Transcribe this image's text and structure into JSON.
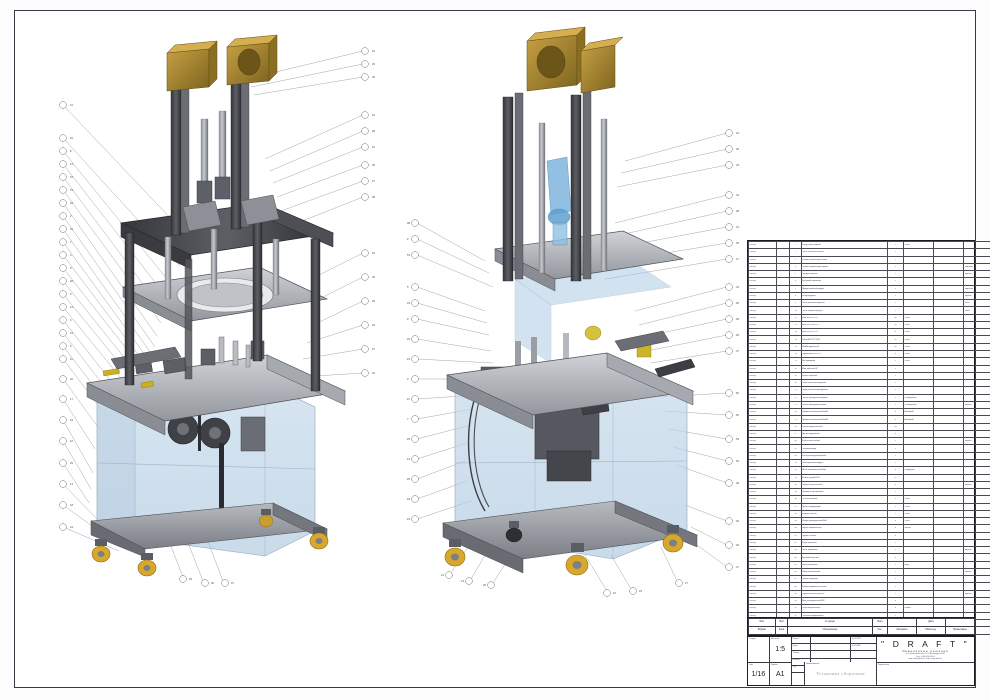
{
  "sheet": {
    "format": "A1",
    "sheet_number": "1/16",
    "scale": "1:5",
    "border_style": "single-line"
  },
  "views": [
    {
      "id": "view-left",
      "name": "assembly-isometric-front-left",
      "description": "Isometric 3D assembly view of press / test rig with two vertical actuator columns, upper yellow motor housings, mid tooling plate, lower cabinet with transparent blue panels and four swivel castors"
    },
    {
      "id": "view-right",
      "name": "assembly-isometric-rear-right",
      "description": "Second isometric 3D assembly view of the same rig from opposite side showing internal mechanism, tall twin-column tower, yellow motor housing on top, transparent blue enclosure and castors"
    }
  ],
  "callouts": {
    "left_view_balloons": [
      "1",
      "2",
      "3",
      "4",
      "5",
      "6",
      "7",
      "8",
      "9",
      "10",
      "11",
      "12",
      "13",
      "14",
      "15",
      "16",
      "17",
      "18",
      "19",
      "20",
      "21",
      "22",
      "23",
      "24",
      "25",
      "26",
      "27",
      "28"
    ],
    "right_view_balloons": [
      "29",
      "30",
      "31",
      "32",
      "33",
      "34",
      "35",
      "36",
      "37",
      "38",
      "39",
      "40",
      "41",
      "42",
      "43",
      "44",
      "45",
      "46",
      "47",
      "48",
      "49",
      "50",
      "51",
      "52",
      "53",
      "54"
    ]
  },
  "bom": {
    "title": "specification-table",
    "columns": [
      {
        "key": "format",
        "label": "Формат"
      },
      {
        "key": "zone",
        "label": "Зона"
      },
      {
        "key": "pos",
        "label": "Поз."
      },
      {
        "key": "designation",
        "label": "Обозначение"
      },
      {
        "key": "qty",
        "label": "Кол."
      },
      {
        "key": "material",
        "label": "Материал"
      },
      {
        "key": "mass",
        "label": "Масса ед."
      },
      {
        "key": "note",
        "label": "Примечание"
      }
    ],
    "header_top_labels": [
      "Изм.",
      "Лист",
      "№ докум.",
      "Подп.",
      "Дата"
    ],
    "rows": [
      {
        "format": "0.00 kg",
        "pos": "1",
        "designation": "Корпус рамы сварной",
        "qty": "1",
        "material": "Сталь",
        "mass": "",
        "note": ""
      },
      {
        "format": "0.00 kg",
        "pos": "2",
        "designation": "Плита основания нижняя",
        "qty": "1",
        "material": "",
        "mass": "",
        "note": ""
      },
      {
        "format": "0.00 kg",
        "pos": "3",
        "designation": "Стойка направляющая левая",
        "qty": "1",
        "material": "",
        "mass": "",
        "note": ""
      },
      {
        "format": "0.00 kg",
        "pos": "4",
        "designation": "Стойка направляющая правая",
        "qty": "1",
        "material": "",
        "mass": "",
        "note": "покрытие"
      },
      {
        "format": "0.00 kg",
        "pos": "5",
        "designation": "Траверса верхняя",
        "qty": "1",
        "material": "",
        "mass": "",
        "note": "окраска"
      },
      {
        "format": "0.00 kg",
        "pos": "6",
        "designation": "Кронштейн крепления",
        "qty": "1",
        "material": "",
        "mass": "",
        "note": ""
      },
      {
        "format": "0.00 kg",
        "pos": "7",
        "designation": "Привод линейный модуль",
        "qty": "2",
        "material": "",
        "mass": "",
        "note": "покрытие"
      },
      {
        "format": "0.00 kg",
        "pos": "8",
        "designation": "Мотор-редуктор",
        "qty": "2",
        "material": "",
        "mass": "",
        "note": "окраска"
      },
      {
        "format": "0.00 kg",
        "pos": "9",
        "designation": "Плита монтажная верхняя",
        "qty": "1",
        "material": "",
        "mass": "",
        "note": "сталь"
      },
      {
        "format": "0.00 kg",
        "pos": "10",
        "designation": "Плита опорная средняя",
        "qty": "1",
        "material": "",
        "mass": "",
        "note": "сталь"
      },
      {
        "format": "0.00 kg",
        "pos": "11",
        "designation": "Винт М8 х 30 ГОСТ",
        "qty": "48",
        "material": "Сталь",
        "mass": "",
        "note": ""
      },
      {
        "format": "0.00 kg",
        "pos": "12",
        "designation": "Винт М10 х 40 ГОСТ",
        "qty": "24",
        "material": "Сталь",
        "mass": "",
        "note": ""
      },
      {
        "format": "0.00 kg",
        "pos": "13",
        "designation": "Винт М6 х 20 ГОСТ",
        "qty": "32",
        "material": "Сталь",
        "mass": "",
        "note": ""
      },
      {
        "format": "0.00 kg",
        "pos": "14",
        "designation": "Гайка М8 ГОСТ 5915",
        "qty": "16",
        "material": "Сталь",
        "mass": "",
        "note": ""
      },
      {
        "format": "0.00 kg",
        "pos": "15",
        "designation": "Шайба пружинная 8",
        "qty": "16",
        "material": "Сталь",
        "mass": "",
        "note": ""
      },
      {
        "format": "0.00 kg",
        "pos": "16",
        "designation": "Подшипник 6204 ГОСТ",
        "qty": "4",
        "material": "Сталь",
        "mass": "",
        "note": ""
      },
      {
        "format": "0.00 kg",
        "pos": "17",
        "designation": "Вал приводной",
        "qty": "1",
        "material": "Сталь",
        "mass": "",
        "note": ""
      },
      {
        "format": "0.00 kg",
        "pos": "18",
        "designation": "Шкив зубчатый 32",
        "qty": "2",
        "material": "",
        "mass": "",
        "note": ""
      },
      {
        "format": "0.00 kg",
        "pos": "19",
        "designation": "Ремень зубчатый",
        "qty": "2",
        "material": "",
        "mass": "",
        "note": ""
      },
      {
        "format": "0.00 kg",
        "pos": "20",
        "designation": "Опора колесная поворотная",
        "qty": "2",
        "material": "",
        "mass": "",
        "note": ""
      },
      {
        "format": "0.00 kg",
        "pos": "21",
        "designation": "Опора колесная фиксируемая",
        "qty": "2",
        "material": "",
        "mass": "",
        "note": ""
      },
      {
        "format": "0.00 kg",
        "pos": "22",
        "designation": "Панель ограждения передняя",
        "qty": "1",
        "material": "Поликарбонат",
        "mass": "",
        "note": ""
      },
      {
        "format": "0.00 kg",
        "pos": "23",
        "designation": "Панель ограждения боковая",
        "qty": "2",
        "material": "Поликарбонат",
        "mass": "",
        "note": "окраска"
      },
      {
        "format": "0.00 kg",
        "pos": "24",
        "designation": "Профиль алюминиевый 40х40",
        "qty": "8",
        "material": "Алюминий",
        "mass": "",
        "note": ""
      },
      {
        "format": "0.00 kg",
        "pos": "25",
        "designation": "Профиль алюминиевый 40х80",
        "qty": "4",
        "material": "Алюминий",
        "mass": "",
        "note": ""
      },
      {
        "format": "0.00 kg",
        "pos": "26",
        "designation": "Уголок соединительный",
        "qty": "24",
        "material": "",
        "mass": "",
        "note": ""
      },
      {
        "format": "0.00 kg",
        "pos": "27",
        "designation": "Датчик индуктивный",
        "qty": "4",
        "material": "",
        "mass": "",
        "note": ""
      },
      {
        "format": "0.00 kg",
        "pos": "28",
        "designation": "Кабель-канал гибкий",
        "qty": "2",
        "material": "",
        "mass": "",
        "note": "окраска"
      },
      {
        "format": "0.00 kg",
        "pos": "29",
        "designation": "Пневмоцилиндр",
        "qty": "2",
        "material": "",
        "mass": "",
        "note": ""
      },
      {
        "format": "0.00 kg",
        "pos": "30",
        "designation": "Клапан распределительный",
        "qty": "1",
        "material": "",
        "mass": "",
        "note": ""
      },
      {
        "format": "0.00 kg",
        "pos": "31",
        "designation": "Блок подготовки воздуха",
        "qty": "1",
        "material": "",
        "mass": "",
        "note": ""
      },
      {
        "format": "0.00 kg",
        "pos": "32",
        "designation": "Шланг пневматический 8мм",
        "qty": "6",
        "material": "Полиуретан",
        "mass": "",
        "note": ""
      },
      {
        "format": "0.00 kg",
        "pos": "33",
        "designation": "Фитинг угловой 8-1/4",
        "qty": "12",
        "material": "",
        "mass": "",
        "note": ""
      },
      {
        "format": "0.00 kg",
        "pos": "34",
        "designation": "Зажим быстросъемный",
        "qty": "4",
        "material": "",
        "mass": "",
        "note": "окраска"
      },
      {
        "format": "0.00 kg",
        "pos": "35",
        "designation": "Прижим эксцентриковый",
        "qty": "2",
        "material": "",
        "mass": "",
        "note": ""
      },
      {
        "format": "0.00 kg",
        "pos": "36",
        "designation": "Оснастка базовая",
        "qty": "1",
        "material": "Сталь",
        "mass": "",
        "note": ""
      },
      {
        "format": "0.00 kg",
        "pos": "37",
        "designation": "Пуансон формующий",
        "qty": "1",
        "material": "Сталь",
        "mass": "",
        "note": ""
      },
      {
        "format": "0.00 kg",
        "pos": "38",
        "designation": "Матрица нижняя",
        "qty": "1",
        "material": "Сталь",
        "mass": "",
        "note": ""
      },
      {
        "format": "0.00 kg",
        "pos": "39",
        "designation": "Штифт цилиндрический 8х40",
        "qty": "8",
        "material": "Сталь",
        "mass": "",
        "note": ""
      },
      {
        "format": "0.00 kg",
        "pos": "40",
        "designation": "Втулка направляющая",
        "qty": "4",
        "material": "Бронза",
        "mass": "",
        "note": ""
      },
      {
        "format": "0.00 kg",
        "pos": "41",
        "designation": "Пружина сжатия",
        "qty": "4",
        "material": "",
        "mass": "",
        "note": ""
      },
      {
        "format": "0.00 kg",
        "pos": "42",
        "designation": "Кожух защитный",
        "qty": "1",
        "material": "",
        "mass": "",
        "note": ""
      },
      {
        "format": "0.00 kg",
        "pos": "43",
        "designation": "Плита прижимная",
        "qty": "1",
        "material": "",
        "mass": "",
        "note": "окраска"
      },
      {
        "format": "0.00 kg",
        "pos": "44",
        "designation": "Кронштейн датчика",
        "qty": "4",
        "material": "",
        "mass": "",
        "note": ""
      },
      {
        "format": "0.00 kg",
        "pos": "45",
        "designation": "Шина заземления",
        "qty": "1",
        "material": "Медь",
        "mass": "",
        "note": ""
      },
      {
        "format": "0.00 kg",
        "pos": "46",
        "designation": "Шкаф электрический",
        "qty": "1",
        "material": "",
        "mass": "",
        "note": "окраска"
      },
      {
        "format": "0.00 kg",
        "pos": "47",
        "designation": "Панель оператора",
        "qty": "1",
        "material": "",
        "mass": "",
        "note": ""
      },
      {
        "format": "0.00 kg",
        "pos": "48",
        "designation": "Кнопка аварийного останова",
        "qty": "1",
        "material": "",
        "mass": "",
        "note": ""
      },
      {
        "format": "0.00 kg",
        "pos": "49",
        "designation": "Светосигнальная колонна",
        "qty": "1",
        "material": "",
        "mass": "",
        "note": "окраска"
      },
      {
        "format": "0.00 kg",
        "pos": "50",
        "designation": "Винт регулировочный М12",
        "qty": "4",
        "material": "",
        "mass": "",
        "note": ""
      },
      {
        "format": "0.00 kg",
        "pos": "51",
        "designation": "Опора виброгасящая",
        "qty": "4",
        "material": "Резина",
        "mass": "",
        "note": ""
      },
      {
        "format": "0.00 kg",
        "pos": "52",
        "designation": "Табличка маркировочная",
        "qty": "1",
        "material": "",
        "mass": "",
        "note": ""
      },
      {
        "format": "0.00 kg",
        "pos": "53",
        "designation": "Крышка верхняя",
        "qty": "1",
        "material": "",
        "mass": "",
        "note": "окраска"
      },
      {
        "format": "0.00 kg",
        "pos": "54",
        "designation": "Рукоятка транспортная",
        "qty": "2",
        "material": "",
        "mass": "",
        "note": ""
      }
    ]
  },
  "title_block": {
    "columns_header": [
      "Изм.",
      "Лист",
      "№ докум.",
      "Подп.",
      "Дата"
    ],
    "bom_header_cells": [
      "Формат",
      "Зона Поз.",
      "Обозначение",
      "Кол.",
      "Материал",
      "Масса ед. single",
      "№ позиции",
      "Примечание"
    ],
    "stage_label": "Стадия",
    "stage_value": "",
    "sheets_label": "Листов",
    "scale_label": "Масштаб",
    "scale_value": "1:5",
    "sheet_label": "Лист",
    "sheet_value": "1/16",
    "format_label": "Формат",
    "format_value": "A1",
    "signature_rows": [
      {
        "role": "Разраб.",
        "name": "",
        "sign": "",
        "date": "6.01.2020"
      },
      {
        "role": "Пров.",
        "name": "",
        "sign": "",
        "date": "6.01.2020"
      },
      {
        "role": "Т.контр.",
        "name": "",
        "sign": "",
        "date": ""
      },
      {
        "role": "Н.контр.",
        "name": "",
        "sign": "",
        "date": ""
      },
      {
        "role": "Утв.",
        "name": "",
        "sign": "",
        "date": ""
      }
    ],
    "drawing_name_label": "Наименование",
    "drawing_name_value": "Установка сборочная",
    "notes_label": "Разрешение",
    "company": {
      "logo_text": "\" D R A F T \"",
      "tagline": "Инженерные решения",
      "address_line1": "ул. Промышленная, 12, Производство ПК",
      "address_line2": "Тел. +000 000 00-00",
      "address_line3": "мail: info@draft.ru    Сайт: www.draft.ru"
    }
  },
  "colors": {
    "paper": "#ffffff",
    "border": "#3a3a46",
    "table_line": "#3a3a44",
    "text": "#2a2a33",
    "metal_dark": "#4c4c54",
    "metal_mid": "#8b8d93",
    "metal_light": "#c3c6cb",
    "motor_yellow": "#a8862f",
    "panel_blue": "#b9cfe4",
    "castor_yellow": "#d8a82c",
    "leader_line": "#9a9aa4"
  }
}
